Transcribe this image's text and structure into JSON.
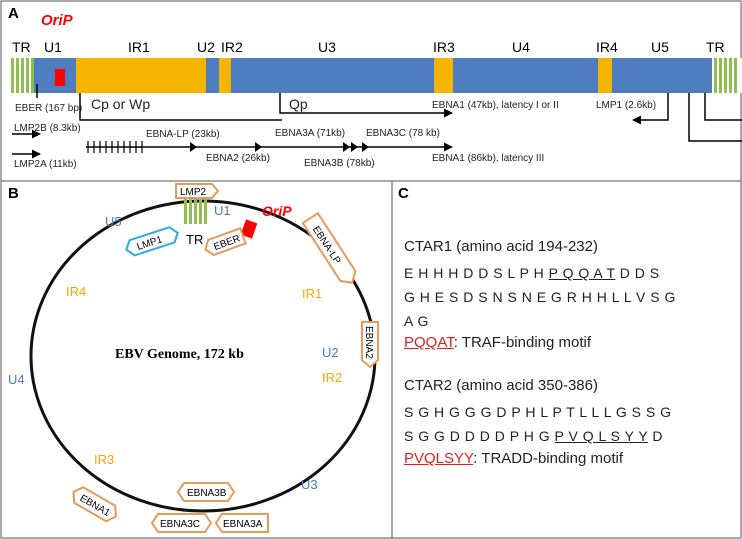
{
  "panels": {
    "a": "A",
    "b": "B",
    "c": "C"
  },
  "colors": {
    "blue": "#4f7ec0",
    "orange": "#f5b400",
    "green": "#8fbf4f",
    "red": "#ff0000",
    "region_blue": "#4d79ba",
    "region_orange": "#f0a800",
    "box_orange": "#e79b5a",
    "box_cyan": "#27aee0"
  },
  "panel_a": {
    "orip": "OriP",
    "regions": [
      "TR",
      "U1",
      "IR1",
      "U2",
      "IR2",
      "U3",
      "IR3",
      "U4",
      "IR4",
      "U5",
      "TR"
    ],
    "transcripts": {
      "eber": "EBER (167 bp)",
      "cp_wp": "Cp or Wp",
      "qp": "Qp",
      "ebna1_latI": "EBNA1 (47kb), latency I or II",
      "lmp1": "LMP1 (2.6kb)",
      "lmp2b": "LMP2B (8.3kb)",
      "ebna_lp": "EBNA-LP (23kb)",
      "ebna3a": "EBNA3A (71kb)",
      "ebna3c": "EBNA3C (78 kb)",
      "lmp2a": "LMP2A (11kb)",
      "ebna2": "EBNA2 (26kb)",
      "ebna3b": "EBNA3B (78kb)",
      "ebna1_latIII": "EBNA1 (86kb), latency III"
    }
  },
  "panel_b": {
    "title": "EBV Genome, 172 kb",
    "orip": "OriP",
    "tr": "TR",
    "regions": {
      "u1": "U1",
      "u5": "U5",
      "ir1": "IR1",
      "ir4": "IR4",
      "u2": "U2",
      "ir2": "IR2",
      "u4": "U4",
      "ir3": "IR3",
      "u3": "U3"
    },
    "genes": {
      "lmp2": "LMP2",
      "lmp1": "LMP1",
      "eber": "EBER",
      "ebna_lp": "EBNA-LP",
      "ebna2": "EBNA2",
      "ebna3b": "EBNA3B",
      "ebna1": "EBNA1",
      "ebna3c": "EBNA3C",
      "ebna3a": "EBNA3A"
    }
  },
  "panel_c": {
    "ctar1_title": "CTAR1 (amino acid 194-232)",
    "ctar1_l1_pre": "E H H H D D S L P H ",
    "ctar1_l1_motif": "P Q Q A T",
    "ctar1_l1_post": " D D S",
    "ctar1_l2": "G H E S D S N S N E G R H H L L V S G",
    "ctar1_l3": "A G",
    "ctar1_motif": "PQQAT",
    "ctar1_desc": ": TRAF-binding motif",
    "ctar2_title": "CTAR2 (amino acid 350-386)",
    "ctar2_l1": "S G H G G G D P H L P T L L L G S S G",
    "ctar2_l2_pre": "S G G D D D D P H G ",
    "ctar2_l2_motif": "P V Q L S Y Y",
    "ctar2_l2_post": " D",
    "ctar2_motif": "PVQLSYY",
    "ctar2_desc": ": TRADD-binding motif"
  }
}
